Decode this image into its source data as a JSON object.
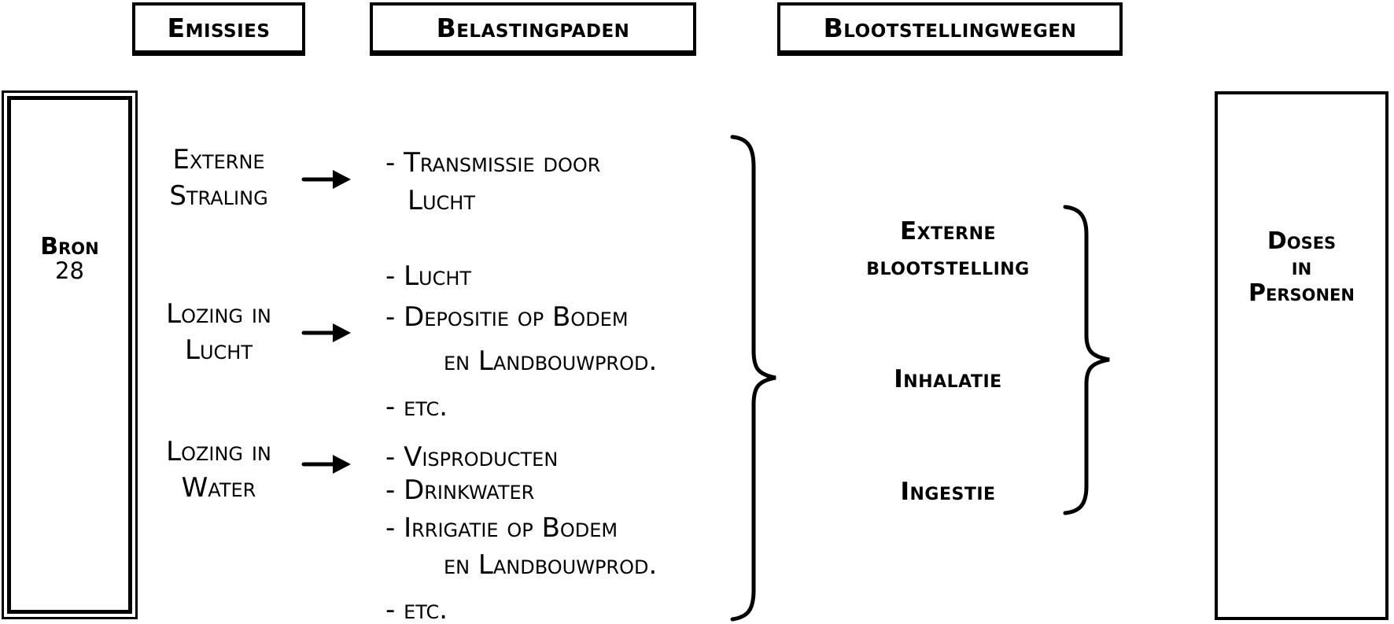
{
  "colors": {
    "ink": "#000000",
    "paper": "#ffffff"
  },
  "headers": [
    {
      "label": "Emissies"
    },
    {
      "label": "Belastingpaden"
    },
    {
      "label": "Blootstellingwegen"
    }
  ],
  "source": {
    "title": "Bron",
    "number": "28"
  },
  "emissions": {
    "groups": [
      {
        "label_line1": "Externe",
        "label_line2": "Straling",
        "paths": [
          {
            "text": "- Transmissie door"
          },
          {
            "text": "Lucht"
          }
        ]
      },
      {
        "label_line1": "Lozing in",
        "label_line2": "Lucht",
        "paths": [
          {
            "text": "- Lucht"
          },
          {
            "text": "- Depositie op Bodem"
          },
          {
            "text": "en Landbouwprod."
          },
          {
            "text": "- etc."
          }
        ]
      },
      {
        "label_line1": "Lozing in",
        "label_line2": "Water",
        "paths": [
          {
            "text": "- Visproducten"
          },
          {
            "text": "- Drinkwater"
          },
          {
            "text": "- Irrigatie op Bodem"
          },
          {
            "text": "en Landbouwprod."
          },
          {
            "text": "- etc."
          }
        ]
      }
    ]
  },
  "exposure": {
    "items": [
      {
        "line1": "Externe",
        "line2": "blootstelling"
      },
      {
        "line1": "Inhalatie"
      },
      {
        "line1": "Ingestie"
      }
    ]
  },
  "dose": {
    "line1": "Doses",
    "line2": "in",
    "line3": "Personen"
  }
}
